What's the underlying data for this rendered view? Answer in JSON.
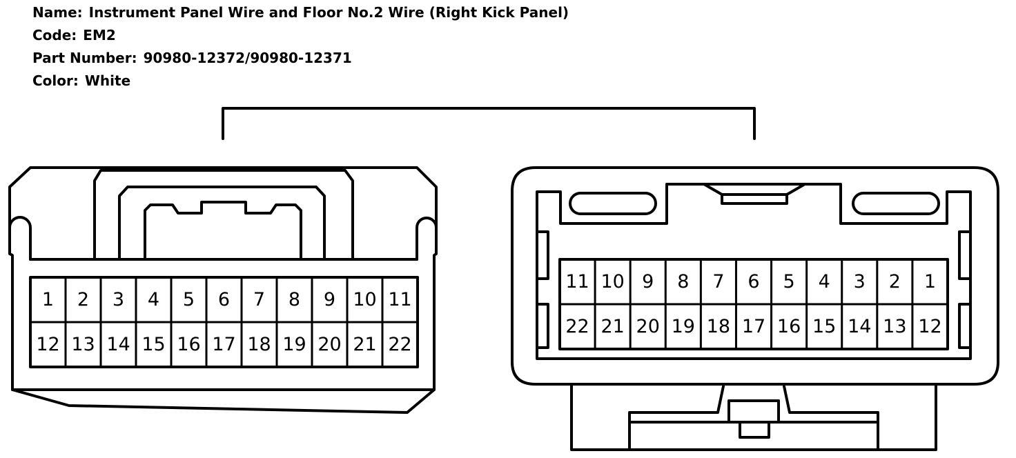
{
  "info": {
    "name_label": "Name:",
    "name_value": "Instrument Panel Wire and Floor No.2 Wire (Right Kick Panel)",
    "code_label": "Code:",
    "code_value": "EM2",
    "part_label": "Part Number:",
    "part_value": "90980-12372/90980-12371",
    "color_label": "Color:",
    "color_value": "White"
  },
  "connectors": [
    {
      "view": "left",
      "rows": [
        [
          "1",
          "2",
          "3",
          "4",
          "5",
          "6",
          "7",
          "8",
          "9",
          "10",
          "11"
        ],
        [
          "12",
          "13",
          "14",
          "15",
          "16",
          "17",
          "18",
          "19",
          "20",
          "21",
          "22"
        ]
      ]
    },
    {
      "view": "right",
      "rows": [
        [
          "11",
          "10",
          "9",
          "8",
          "7",
          "6",
          "5",
          "4",
          "3",
          "2",
          "1"
        ],
        [
          "22",
          "21",
          "20",
          "19",
          "18",
          "17",
          "16",
          "15",
          "14",
          "13",
          "12"
        ]
      ]
    }
  ]
}
